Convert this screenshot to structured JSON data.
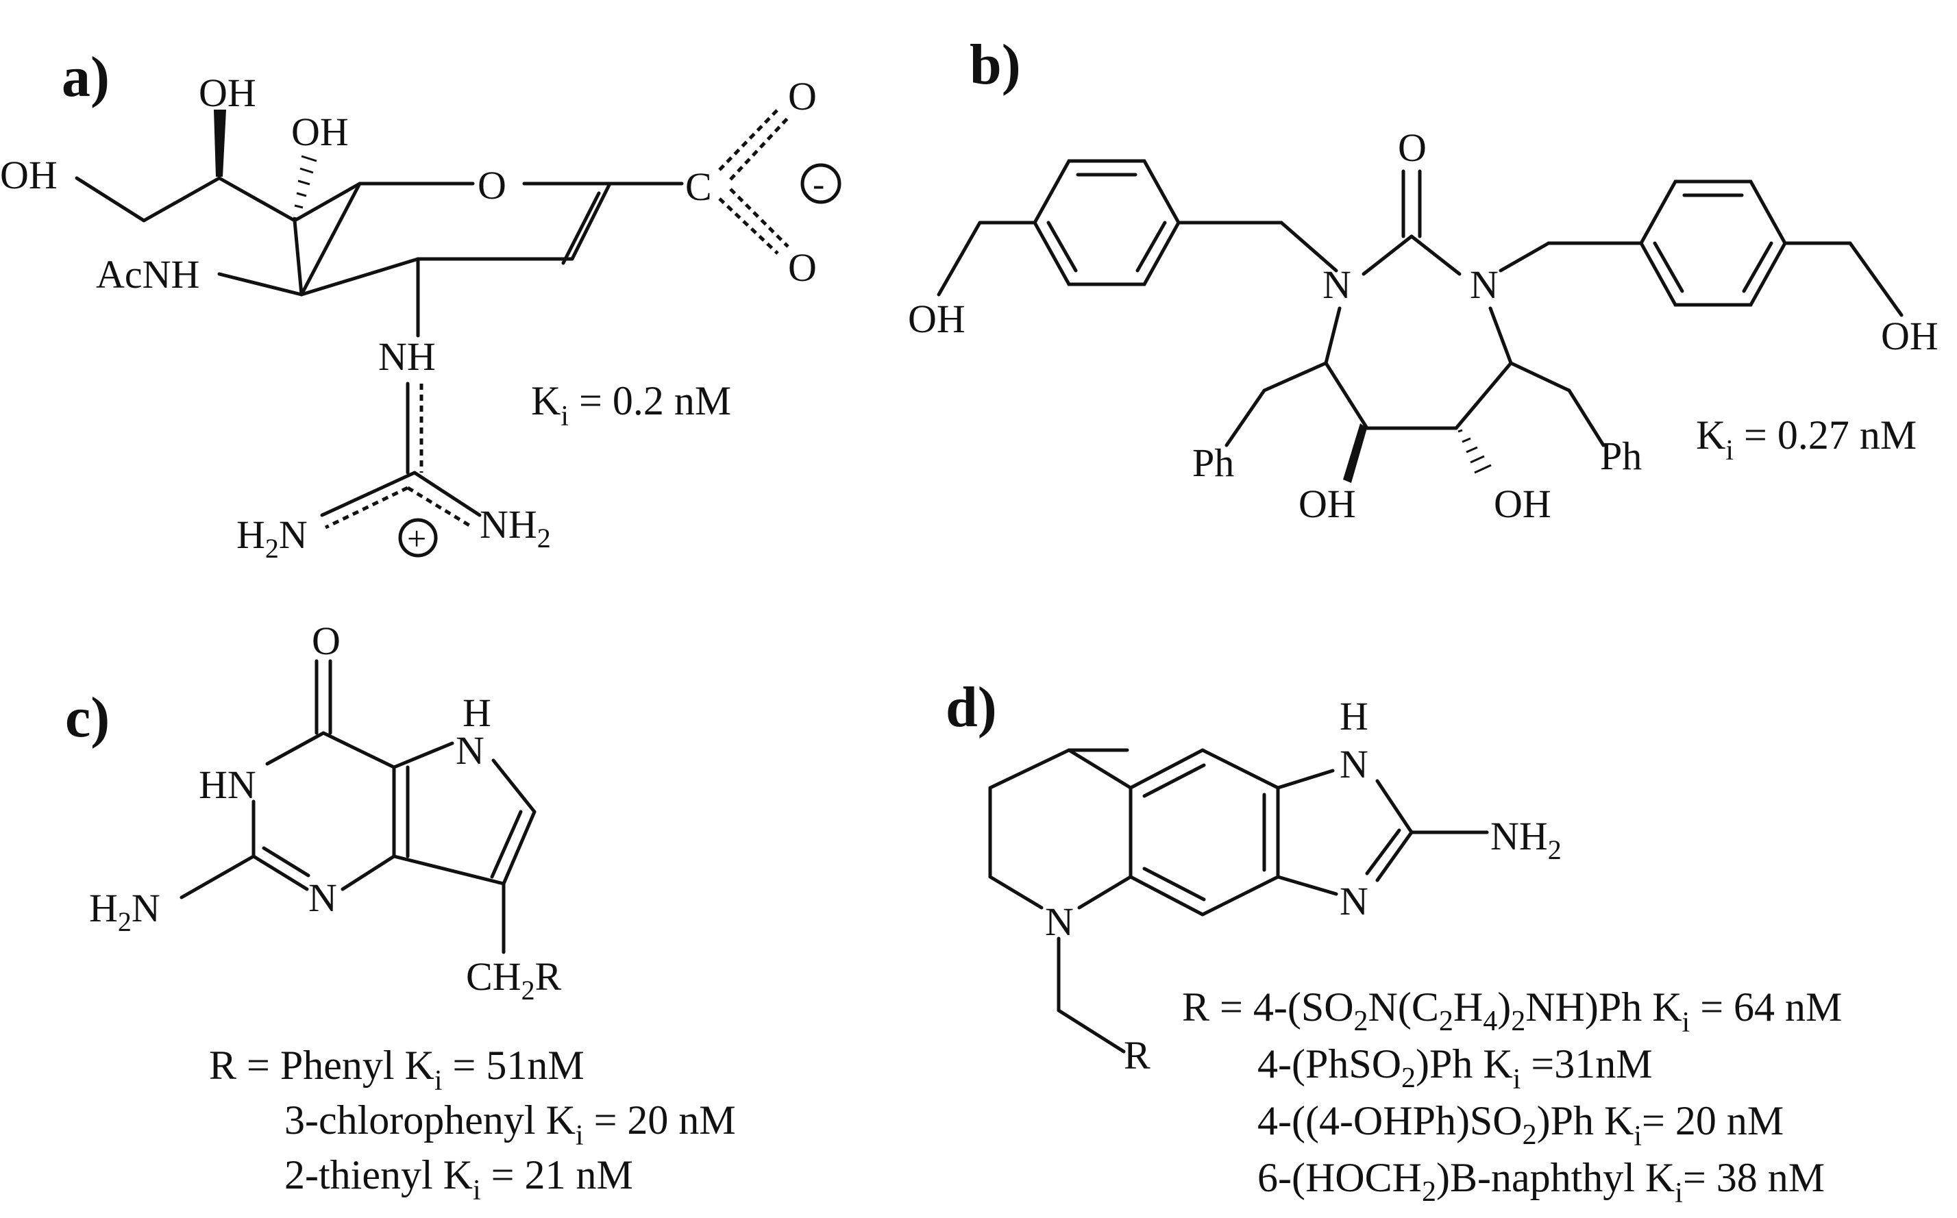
{
  "panels": {
    "a": {
      "label": "a)",
      "atoms": {
        "oh_top": "OH",
        "oh_mid": "OH",
        "oh_left": "OH",
        "ring_o": "O",
        "c": "C",
        "o_up": "O",
        "o_down": "O",
        "minus": "-",
        "acnh": "AcNH",
        "nh": "NH",
        "h2n": "H",
        "h2n_sub": "2",
        "h2n_n": "N",
        "nh2": "NH",
        "nh2_sub": "2",
        "plus": "+"
      },
      "ki": {
        "k": "K",
        "sub": "i",
        "value": " = 0.2 nM"
      }
    },
    "b": {
      "label": "b)",
      "atoms": {
        "o_top": "O",
        "n_left": "N",
        "n_right": "N",
        "oh_far_left": "OH",
        "oh_far_right": "OH",
        "ph_left": "Ph",
        "ph_right": "Ph",
        "oh_bottom_left": "OH",
        "oh_bottom_right": "OH"
      },
      "ki": {
        "k": "K",
        "sub": "i",
        "value": " = 0.27 nM"
      }
    },
    "c": {
      "label": "c)",
      "atoms": {
        "o_top": "O",
        "h_top": "H",
        "n_pyrrole": "N",
        "hn": "HN",
        "n_bottom": "N",
        "h2n": "H",
        "h2n_sub": "2",
        "h2n_n": "N",
        "ch2r": "CH",
        "ch2r_sub": "2",
        "ch2r_r": "R"
      },
      "lines": [
        {
          "prefix": "R = Phenyl K",
          "sub": "i",
          "suffix": " = 51nM"
        },
        {
          "prefix": "3-chlorophenyl K",
          "sub": "i",
          "suffix": " = 20 nM"
        },
        {
          "prefix": "2-thienyl K",
          "sub": "i",
          "suffix": " = 21 nM"
        }
      ]
    },
    "d": {
      "label": "d)",
      "atoms": {
        "h_top": "H",
        "n_top": "N",
        "n_bottom": "N",
        "nh2": "NH",
        "nh2_sub": "2",
        "n_ring": "N",
        "r": "R"
      },
      "lines": [
        {
          "parts": [
            "R = 4-(SO",
            "2",
            "N(C",
            "2",
            "H",
            "4",
            ")",
            "2",
            "NH)Ph K",
            "i",
            " = 64 nM"
          ]
        },
        {
          "parts": [
            "4-(PhSO",
            "2",
            ")Ph K",
            "i",
            " =31nM"
          ]
        },
        {
          "parts": [
            "4-((4-OHPh)SO",
            "2",
            ")Ph K",
            "i",
            "= 20 nM"
          ]
        },
        {
          "parts": [
            "6-(HOCH",
            "2",
            ")B-naphthyl K",
            "i",
            "= 38 nM"
          ]
        }
      ]
    }
  }
}
